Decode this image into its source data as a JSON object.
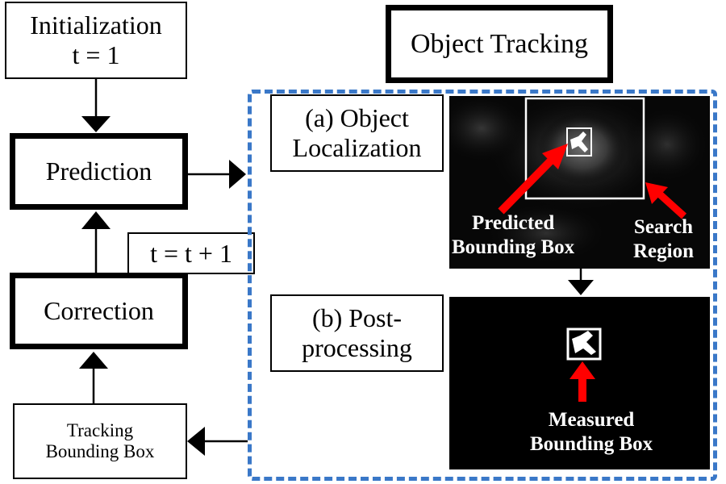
{
  "flow": {
    "initialization": {
      "line1": "Initialization",
      "line2": "t = 1"
    },
    "prediction": "Prediction",
    "increment": "t = t + 1",
    "correction": "Correction",
    "tracking_box": {
      "line1": "Tracking",
      "line2": "Bounding Box"
    }
  },
  "tracking": {
    "title": "Object Tracking",
    "step_a": {
      "line1": "(a) Object",
      "line2": "Localization"
    },
    "step_b": {
      "line1": "(b) Post-",
      "line2": "processing"
    }
  },
  "annotations": {
    "predicted": {
      "line1": "Predicted",
      "line2": "Bounding Box"
    },
    "search": {
      "line1": "Search",
      "line2": "Region"
    },
    "measured": {
      "line1": "Measured",
      "line2": "Bounding Box"
    }
  },
  "colors": {
    "dashed_border": "#3a78c8",
    "arrow_red": "#ff0000",
    "image_background": "#000000",
    "line": "#000000"
  }
}
